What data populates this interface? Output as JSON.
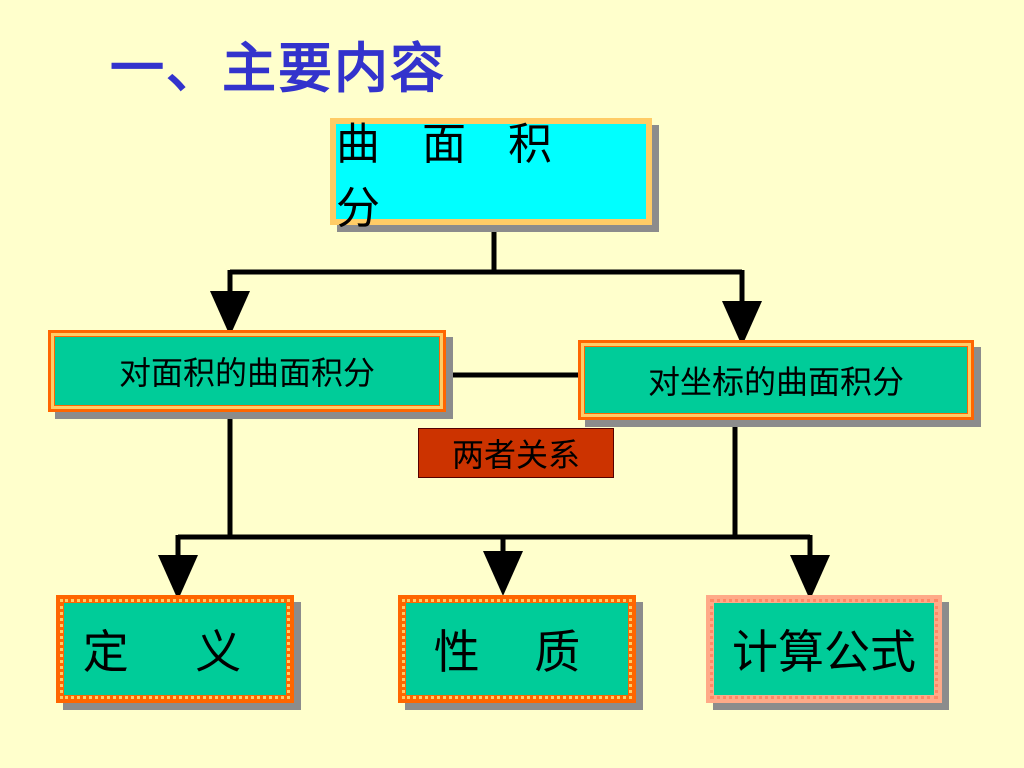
{
  "title": "一、主要内容",
  "diagram": {
    "root": "曲 面 积 分",
    "left": "对面积的曲面积分",
    "right": "对坐标的曲面积分",
    "relation": "两者关系",
    "bottom": [
      "定 义",
      "性 质",
      "计算公式"
    ]
  },
  "colors": {
    "background": "#FFFFCC",
    "title": "#3333CC",
    "root_fill": "#00FFFF",
    "box_fill": "#00CC99",
    "box_border": "#FF6600",
    "relation_fill": "#CC3300"
  }
}
